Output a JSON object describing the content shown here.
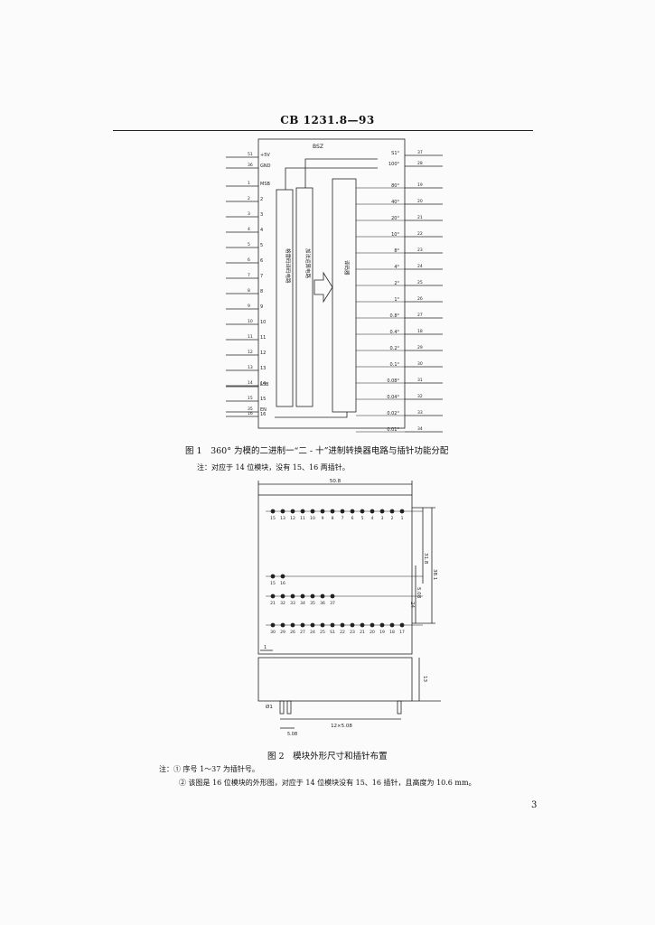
{
  "header": {
    "standard_no": "CB 1231.8—93"
  },
  "figure1": {
    "chip_label": "BSZ",
    "block_left_label": "格雷码译码电路",
    "block_mid_label": "加法运算电路",
    "block_right_label": "译码器",
    "left_pins": [
      {
        "name": "+5V",
        "num": "51"
      },
      {
        "name": "GND",
        "num": "36"
      },
      {
        "name": "MSB",
        "num": "1"
      },
      {
        "name": "2",
        "num": "2"
      },
      {
        "name": "3",
        "num": "3"
      },
      {
        "name": "4",
        "num": "4"
      },
      {
        "name": "5",
        "num": "5"
      },
      {
        "name": "6",
        "num": "6"
      },
      {
        "name": "7",
        "num": "7"
      },
      {
        "name": "8",
        "num": "8"
      },
      {
        "name": "9",
        "num": "9"
      },
      {
        "name": "10",
        "num": "10"
      },
      {
        "name": "11",
        "num": "11"
      },
      {
        "name": "12",
        "num": "12"
      },
      {
        "name": "13",
        "num": "13"
      },
      {
        "name": "14",
        "num": "14"
      },
      {
        "name": "15",
        "num": "15"
      },
      {
        "name": "16",
        "num": "16"
      },
      {
        "name": "LSB",
        "num": ""
      },
      {
        "name": "EN",
        "num": "35"
      }
    ],
    "right_pins": [
      {
        "name": "S1°",
        "num": "37"
      },
      {
        "name": "100°",
        "num": "28"
      },
      {
        "name": "80°",
        "num": "19"
      },
      {
        "name": "40°",
        "num": "20"
      },
      {
        "name": "20°",
        "num": "21"
      },
      {
        "name": "10°",
        "num": "22"
      },
      {
        "name": "8°",
        "num": "23"
      },
      {
        "name": "4°",
        "num": "24"
      },
      {
        "name": "2°",
        "num": "25"
      },
      {
        "name": "1°",
        "num": "26"
      },
      {
        "name": "0.8°",
        "num": "27"
      },
      {
        "name": "0.4°",
        "num": "18"
      },
      {
        "name": "0.2°",
        "num": "29"
      },
      {
        "name": "0.1°",
        "num": "30"
      },
      {
        "name": "0.08°",
        "num": "31"
      },
      {
        "name": "0.04°",
        "num": "32"
      },
      {
        "name": "0.02°",
        "num": "33"
      },
      {
        "name": "0.01°",
        "num": "34"
      }
    ],
    "caption": "图 1　360° 为模的二进制一“二 - 十”进制转换器电路与插针功能分配",
    "note": "注：对应于 14 位模块，没有 15、16 两插针。"
  },
  "figure2": {
    "dim_width": "50.8",
    "dim_right_1": "31.8",
    "dim_right_2": "24",
    "dim_right_3": "5.08",
    "dim_right_4": "38.1",
    "dim_pin_pitch": "5.08",
    "dim_pin_span": "12×5.08",
    "dim_pin_dia": "Ø1",
    "dim_height": "13",
    "dim_side_small": "1",
    "row1_labels": [
      "15",
      "13",
      "12",
      "11",
      "10",
      "9",
      "8",
      "7",
      "6",
      "5",
      "4",
      "3",
      "2",
      "1"
    ],
    "row2_labels": [
      "15",
      "16"
    ],
    "row3_labels": [
      "21",
      "32",
      "33",
      "34",
      "35",
      "36",
      "37"
    ],
    "row4_labels": [
      "30",
      "29",
      "26",
      "27",
      "24",
      "25",
      "S1",
      "22",
      "23",
      "21",
      "20",
      "19",
      "18",
      "17"
    ],
    "caption": "图 2　模块外形尺寸和插针布置",
    "notes": [
      {
        "marker": "注：①",
        "text": "序号 1～37 为插针号。"
      },
      {
        "marker": "②",
        "text": "该图是 16 位模块的外形图，对应于 14 位模块没有 15、16 插针，且高度为 10.6 mm。"
      }
    ]
  },
  "page_number": "3"
}
